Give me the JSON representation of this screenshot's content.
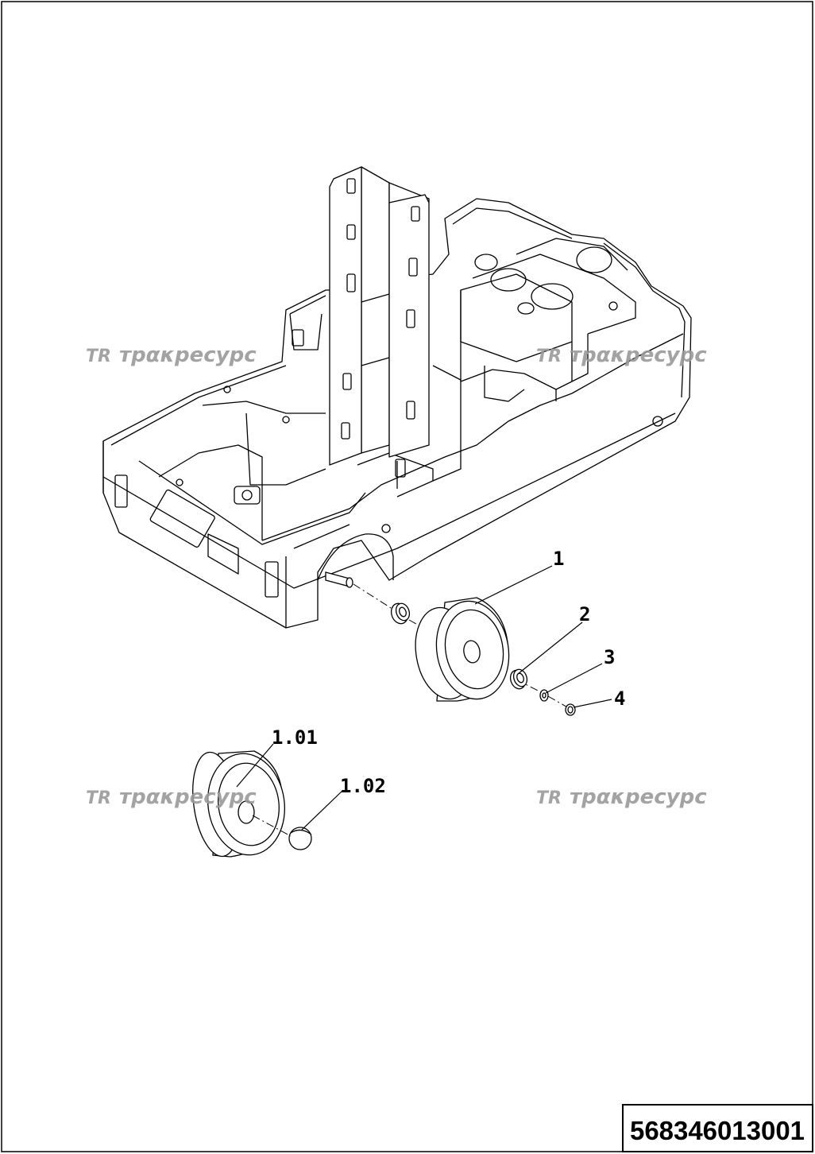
{
  "watermark": {
    "text": "трακресурс",
    "logo": "TR",
    "color": "#9a9a9a"
  },
  "callouts": {
    "part_1": "1",
    "part_2": "2",
    "part_3": "3",
    "part_4": "4",
    "part_1_01": "1.01",
    "part_1_02": "1.02"
  },
  "document_number": "568346013001"
}
